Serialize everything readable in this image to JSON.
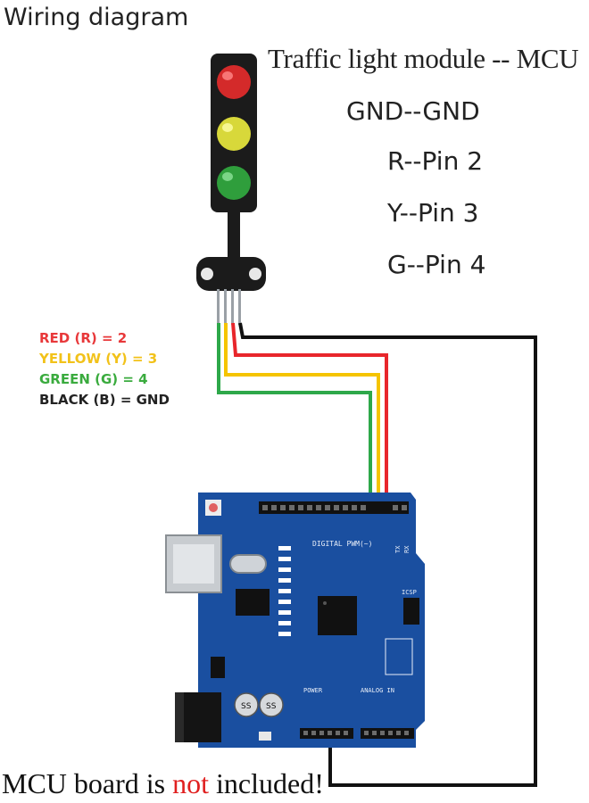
{
  "title": "Wiring diagram",
  "connection": {
    "heading": "Traffic light module -- MCU",
    "mappings": [
      "GND--GND",
      "R--Pin 2",
      "Y--Pin 3",
      "G--Pin 4"
    ]
  },
  "legend": [
    {
      "text": "RED (R) = 2",
      "color": "#e8383a"
    },
    {
      "text": "YELLOW (Y) = 3",
      "color": "#f2c21a"
    },
    {
      "text": "GREEN (G) = 4",
      "color": "#3aab3e"
    },
    {
      "text": "BLACK (B) = GND",
      "color": "#222222"
    }
  ],
  "board_labels": {
    "digital": "DIGITAL PWM(~)",
    "power": "POWER",
    "analog": "ANALOG IN",
    "tx": "TX",
    "rx": "RX",
    "icsp": "ICSP"
  },
  "note": {
    "before": "MCU board is ",
    "emphasis": "not",
    "after": " included!",
    "emphasis_color": "#e02020"
  },
  "wire_colors": {
    "red": "#e8262b",
    "yellow": "#f5c400",
    "green": "#2ea84a",
    "black": "#111111"
  },
  "board_color": "#1a4fa0"
}
